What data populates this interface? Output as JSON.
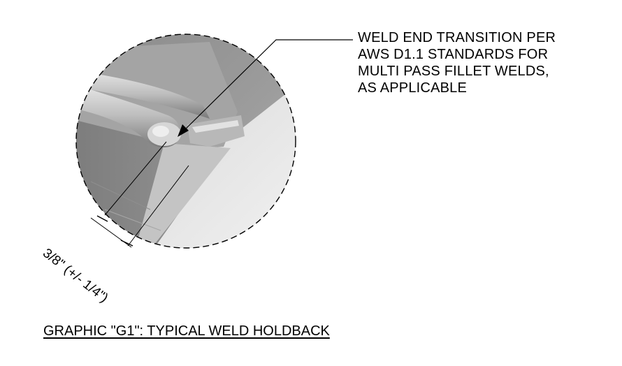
{
  "callout": {
    "lines": [
      "WELD END TRANSITION PER",
      "AWS D1.1 STANDARDS FOR",
      "MULTI PASS FILLET WELDS,",
      "AS APPLICABLE"
    ]
  },
  "dimension": {
    "label": "3/8\" (+/- 1/4\")"
  },
  "caption": {
    "text": "GRAPHIC \"G1\": TYPICAL WELD HOLDBACK"
  }
}
